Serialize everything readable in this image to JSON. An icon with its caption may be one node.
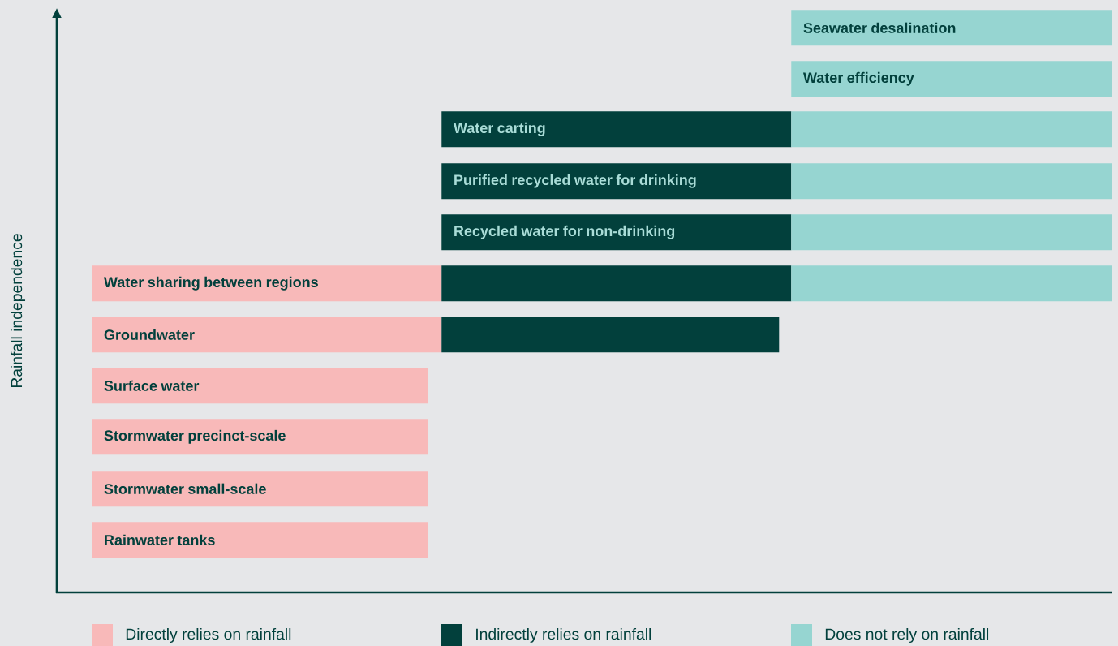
{
  "diagram": {
    "nodes": [
      {
        "text": [
          "Seawater desalination"
        ]
      },
      {
        "text": [
          "Water efficiency"
        ]
      },
      {
        "text": [
          "Water carting"
        ]
      },
      {
        "text": [],
        "shape": "bar"
      },
      {
        "text": [
          "Purified recycled water for drinking"
        ]
      },
      {
        "text": [],
        "shape": "bar"
      },
      {
        "text": [
          "Recycled water for non-drinking"
        ]
      },
      {
        "text": [],
        "shape": "bar"
      },
      {
        "text": [
          "Water sharing between regions"
        ]
      },
      {
        "text": [],
        "shape": "bar"
      },
      {
        "text": [],
        "shape": "bar"
      },
      {
        "text": [
          "Groundwater"
        ]
      },
      {
        "text": [],
        "shape": "bar"
      },
      {
        "text": [
          "Surface water"
        ]
      },
      {
        "text": [
          "Stormwater precinct-scale"
        ]
      },
      {
        "text": [
          "Stormwater small-scale"
        ]
      },
      {
        "text": [
          "Rainwater tanks"
        ]
      }
    ],
    "labels": [
      "Rainfall independence"
    ],
    "legend": [
      {
        "text": "Directly relies on rainfall",
        "color": "#f8b9b9"
      },
      {
        "text": "Indirectly relies on rainfall",
        "color": "#02403c"
      },
      {
        "text": "Does not rely on rainfall",
        "color": "#96d5d1"
      }
    ]
  }
}
